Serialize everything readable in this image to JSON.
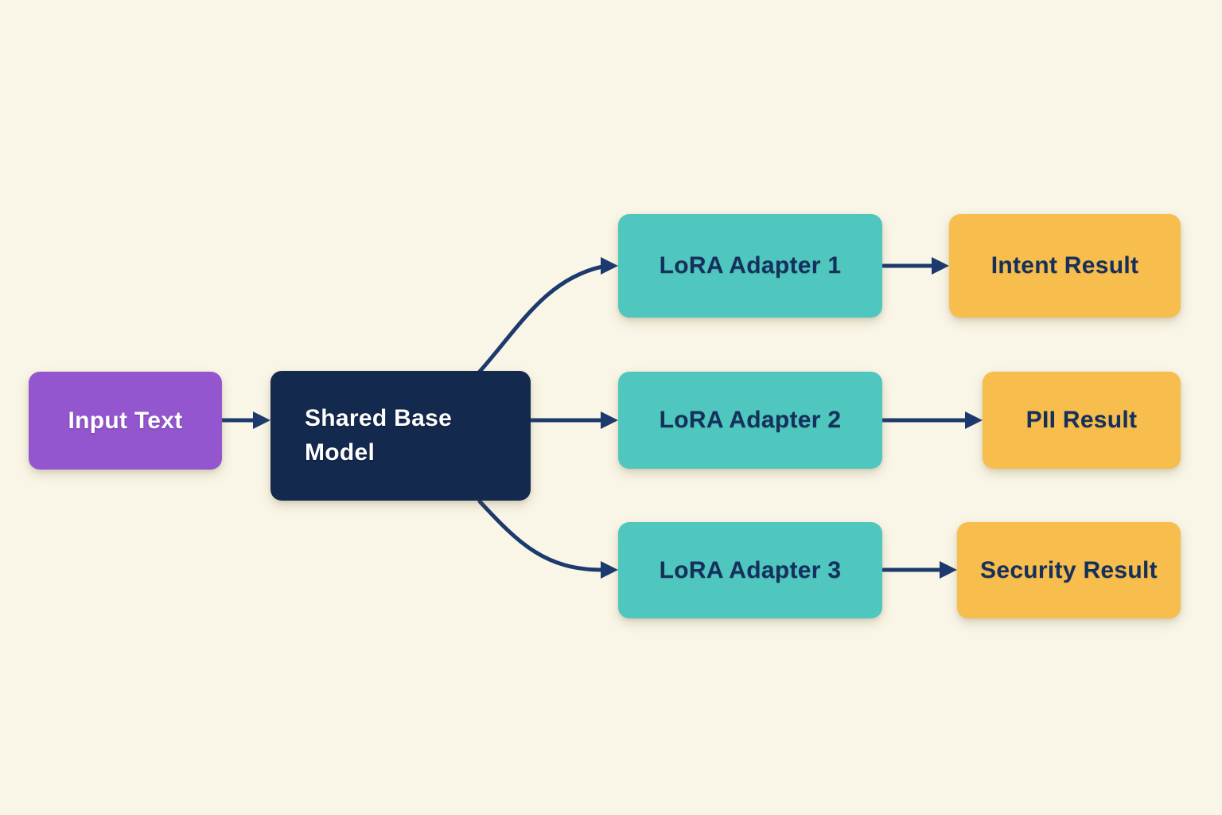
{
  "diagram": {
    "background_color": "#faf6e7",
    "arrow_color": "#1c3a6e",
    "nodes": {
      "input_text": {
        "label": "Input Text",
        "fill": "#9356ce",
        "text_color": "#ffffff"
      },
      "shared_base_model": {
        "label": "Shared Base Model",
        "fill": "#13294e",
        "text_color": "#ffffff"
      },
      "lora_adapter_1": {
        "label": "LoRA Adapter 1",
        "fill": "#4fc7bf",
        "text_color": "#15305c"
      },
      "lora_adapter_2": {
        "label": "LoRA Adapter 2",
        "fill": "#4fc7bf",
        "text_color": "#15305c"
      },
      "lora_adapter_3": {
        "label": "LoRA Adapter 3",
        "fill": "#4fc7bf",
        "text_color": "#15305c"
      },
      "intent_result": {
        "label": "Intent Result",
        "fill": "#f7bd4d",
        "text_color": "#15305c"
      },
      "pii_result": {
        "label": "PII Result",
        "fill": "#f7bd4d",
        "text_color": "#15305c"
      },
      "security_result": {
        "label": "Security Result",
        "fill": "#f7bd4d",
        "text_color": "#15305c"
      }
    },
    "edges": [
      {
        "from": "input_text",
        "to": "shared_base_model"
      },
      {
        "from": "shared_base_model",
        "to": "lora_adapter_1"
      },
      {
        "from": "shared_base_model",
        "to": "lora_adapter_2"
      },
      {
        "from": "shared_base_model",
        "to": "lora_adapter_3"
      },
      {
        "from": "lora_adapter_1",
        "to": "intent_result"
      },
      {
        "from": "lora_adapter_2",
        "to": "pii_result"
      },
      {
        "from": "lora_adapter_3",
        "to": "security_result"
      }
    ]
  }
}
